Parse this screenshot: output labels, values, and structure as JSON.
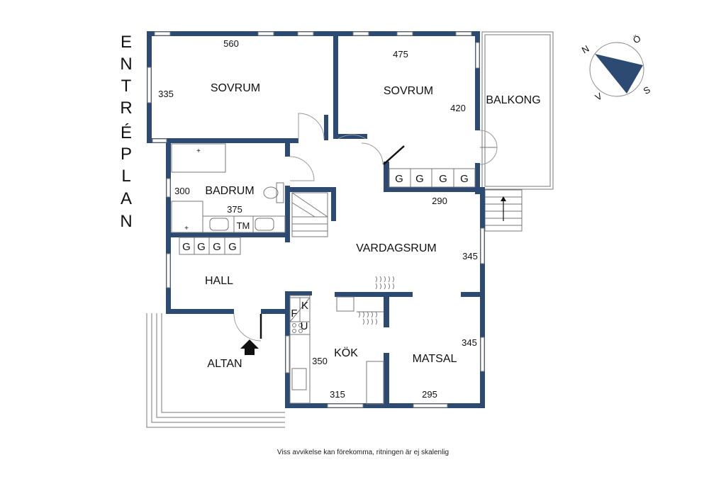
{
  "title_letters": [
    "E",
    "N",
    "T",
    "R",
    "É",
    "P",
    "L",
    "A",
    "N"
  ],
  "rooms": {
    "sovrum_1": "SOVRUM",
    "sovrum_2": "SOVRUM",
    "balkong": "BALKONG",
    "badrum": "BADRUM",
    "vardagsrum": "VARDAGSRUM",
    "hall": "HALL",
    "kok": "KÖK",
    "matsal": "MATSAL",
    "altan": "ALTAN"
  },
  "dimensions": {
    "sovrum_1_width": "560",
    "sovrum_1_depth": "335",
    "sovrum_2_width": "475",
    "sovrum_2_depth": "420",
    "badrum_depth": "300",
    "badrum_width": "375",
    "closet_width": "290",
    "vardagsrum_depth": "345",
    "matsal_depth": "345",
    "kok_depth": "350",
    "kok_width": "315",
    "matsal_width": "295"
  },
  "fixtures": {
    "wardrobe_mark": "G",
    "bath_tm": "TM",
    "kitchen_f": "F",
    "kitchen_k": "K",
    "kitchen_u": "U"
  },
  "compass": {
    "n": "N",
    "o": "Ö",
    "s": "S",
    "v": "V",
    "needle_color": "#2d4a72"
  },
  "colors": {
    "wall": "#2d4a72"
  },
  "footer": "Viss avvikelse kan förekomma, ritningen är ej skalenlig"
}
